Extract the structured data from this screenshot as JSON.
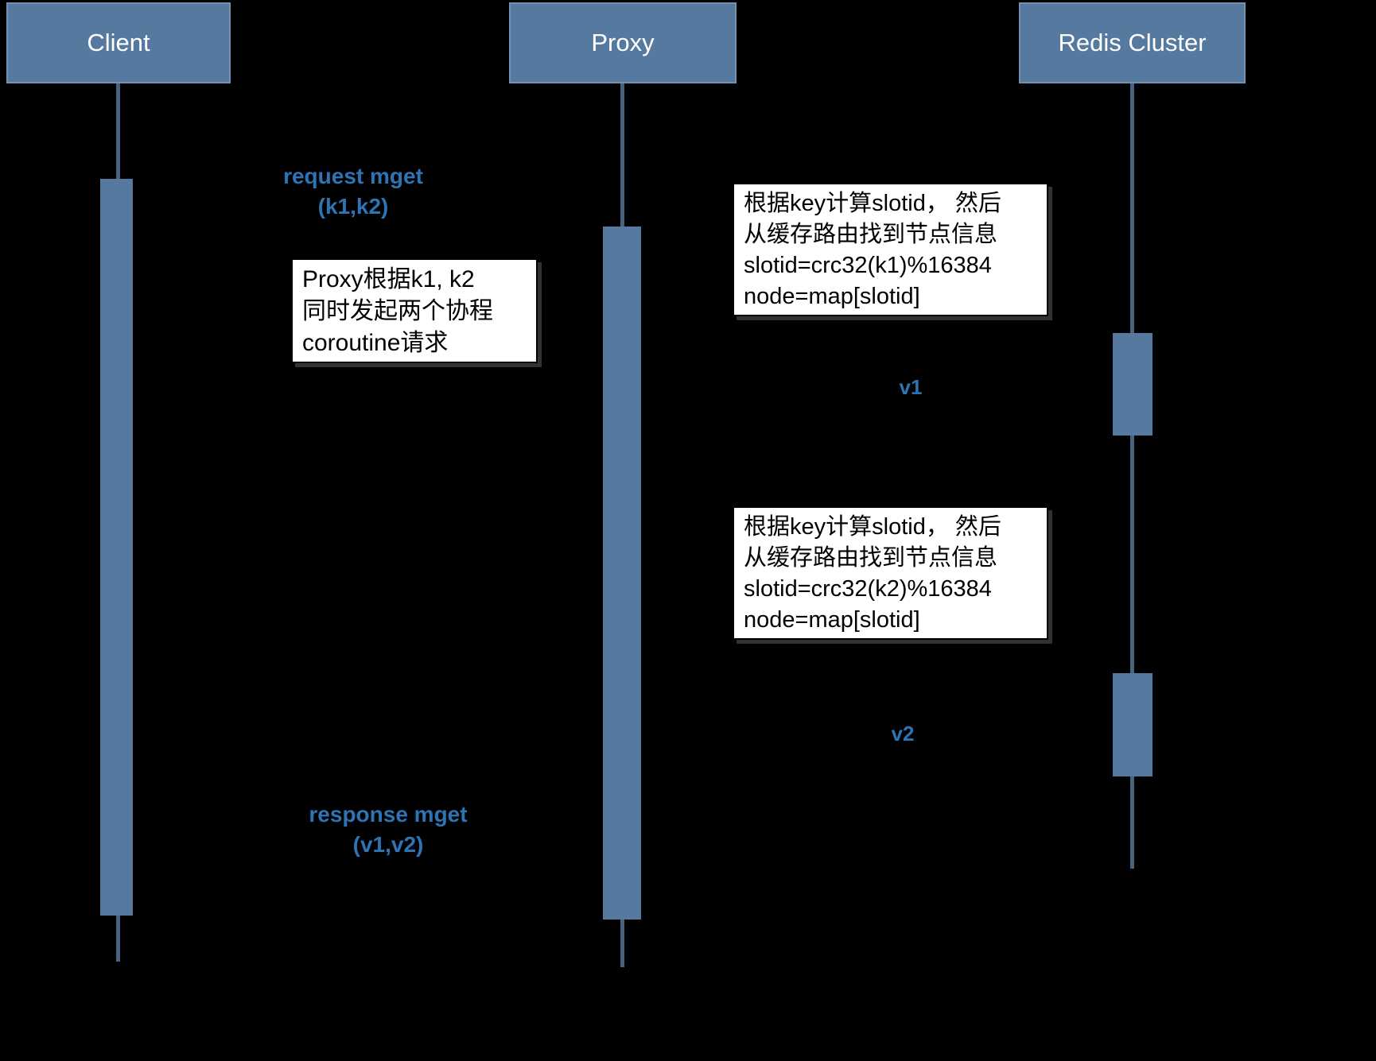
{
  "colors": {
    "background": "#000000",
    "actor_fill": "#567a9f",
    "actor_border": "#7391b3",
    "actor_text": "#ffffff",
    "lifeline": "#46637f",
    "activation_fill": "#567a9f",
    "message_label": "#2e74b5",
    "note_bg": "#ffffff",
    "note_border": "#000000",
    "note_text": "#000000"
  },
  "actors": [
    {
      "label": "Client"
    },
    {
      "label": "Proxy"
    },
    {
      "label": "Redis Cluster"
    }
  ],
  "messages": {
    "request": {
      "line1": "request mget",
      "line2": "(k1,k2)"
    },
    "v1": "v1",
    "v2": "v2",
    "response": {
      "line1": "response mget",
      "line2": "(v1,v2)"
    }
  },
  "notes": {
    "proxy_note": {
      "lines": [
        "Proxy根据k1, k2",
        "同时发起两个协程",
        "coroutine请求"
      ]
    },
    "slot_note_k1": {
      "lines": [
        "根据key计算slotid， 然后",
        "从缓存路由找到节点信息",
        "slotid=crc32(k1)%16384",
        "node=map[slotid]"
      ]
    },
    "slot_note_k2": {
      "lines": [
        "根据key计算slotid， 然后",
        "从缓存路由找到节点信息",
        "slotid=crc32(k2)%16384",
        "node=map[slotid]"
      ]
    }
  }
}
